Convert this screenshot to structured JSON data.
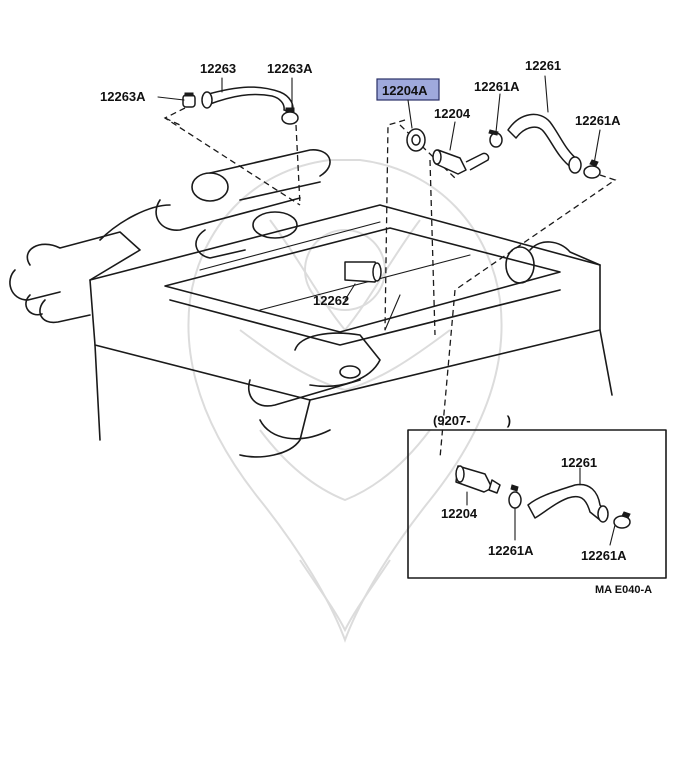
{
  "labels": {
    "p_12263": "12263",
    "p_12263A_left": "12263A",
    "p_12263A_right": "12263A",
    "p_12204A": "12204A",
    "p_12204_top": "12204",
    "p_12261A_top": "12261A",
    "p_12261_top": "12261",
    "p_12261A_right": "12261A",
    "p_12262": "12262",
    "inset_date": "(9207-          )",
    "p_12261_inset": "12261",
    "p_12204_inset": "12204",
    "p_12261A_inset_left": "12261A",
    "p_12261A_inset_right": "12261A",
    "diagram_code": "MA E040-A"
  },
  "colors": {
    "highlight_fill": "#9fa9dc",
    "highlight_border": "#2a2f66",
    "ink": "#1a1a1a",
    "watermark": "#dcdcdc"
  }
}
